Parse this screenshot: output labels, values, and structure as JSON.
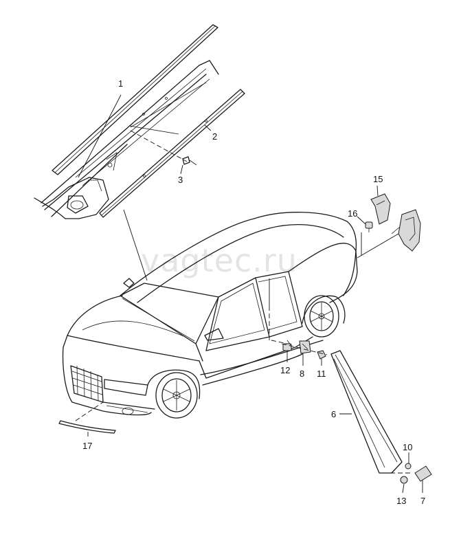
{
  "watermark": "vagtec.ru",
  "callouts": [
    "1",
    "2",
    "3",
    "15",
    "16",
    "12",
    "8",
    "11",
    "6",
    "17",
    "10",
    "13",
    "7"
  ]
}
